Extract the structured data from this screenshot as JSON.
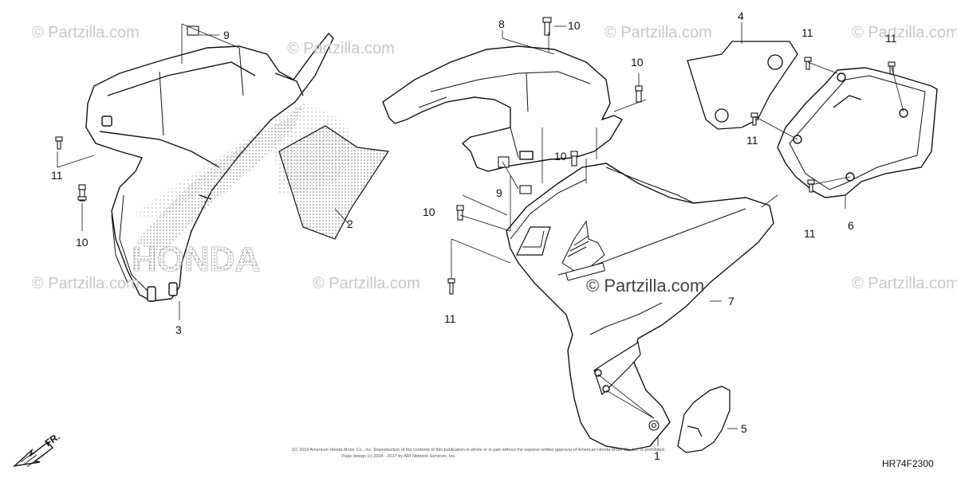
{
  "watermark": {
    "text": "© Partzilla.com",
    "center_text": "© Partzilla.com"
  },
  "callouts": [
    {
      "id": "c9a",
      "label": "9"
    },
    {
      "id": "c8",
      "label": "8"
    },
    {
      "id": "c10a",
      "label": "10"
    },
    {
      "id": "c4",
      "label": "4"
    },
    {
      "id": "c11a",
      "label": "11"
    },
    {
      "id": "c11b",
      "label": "11"
    },
    {
      "id": "c10b",
      "label": "10"
    },
    {
      "id": "c11c",
      "label": "11"
    },
    {
      "id": "c10c",
      "label": "10"
    },
    {
      "id": "c10d",
      "label": "10"
    },
    {
      "id": "c9b",
      "label": "9"
    },
    {
      "id": "c11d",
      "label": "11"
    },
    {
      "id": "c2",
      "label": "2"
    },
    {
      "id": "c10e",
      "label": "10"
    },
    {
      "id": "c11e",
      "label": "11"
    },
    {
      "id": "c6",
      "label": "6"
    },
    {
      "id": "c3",
      "label": "3"
    },
    {
      "id": "c11f",
      "label": "11"
    },
    {
      "id": "c7",
      "label": "7"
    },
    {
      "id": "c5",
      "label": "5"
    },
    {
      "id": "c1",
      "label": "1"
    }
  ],
  "logo_text": "HONDA",
  "copyright_line1": "(C) 2019 American Honda Motor Co., Inc. Reproduction of the contents of this publication in whole or in part without the express written approval of American Honda Motor Co. Inc. is prohibited.",
  "copyright_line2": "Page design (c) 2004 - 2017 by ARI Network Services, Inc.",
  "diagram_code": "HR74F2300",
  "direction_label": "FR."
}
